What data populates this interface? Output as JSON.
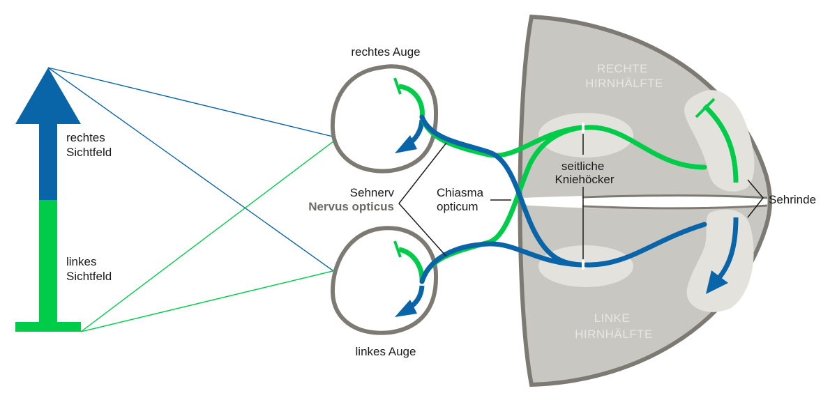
{
  "colors": {
    "blue": "#0a64a8",
    "green": "#00cc4a",
    "brain": "#c9c7c1",
    "brain_edge": "#7d7a74",
    "brain_light": "#e4e2dc",
    "eye": "#7d7a74",
    "text": "#1a1a1a",
    "muted_text": "#6e6b66"
  },
  "field": {
    "right_label": [
      "rechtes",
      "Sichtfeld"
    ],
    "left_label": [
      "linkes",
      "Sichtfeld"
    ]
  },
  "eyes": {
    "right": "rechtes Auge",
    "left": "linkes Auge"
  },
  "nerve": {
    "label": "Sehnerv",
    "latin": "Nervus opticus"
  },
  "chiasma": [
    "Chiasma",
    "opticum"
  ],
  "lgn": [
    "seitliche",
    "Kniehöcker"
  ],
  "cortex": "Sehrinde",
  "hemispheres": {
    "right": [
      "RECHTE",
      "HIRNHÄLFTE"
    ],
    "left": [
      "LINKE",
      "HIRNHÄLFTE"
    ]
  }
}
